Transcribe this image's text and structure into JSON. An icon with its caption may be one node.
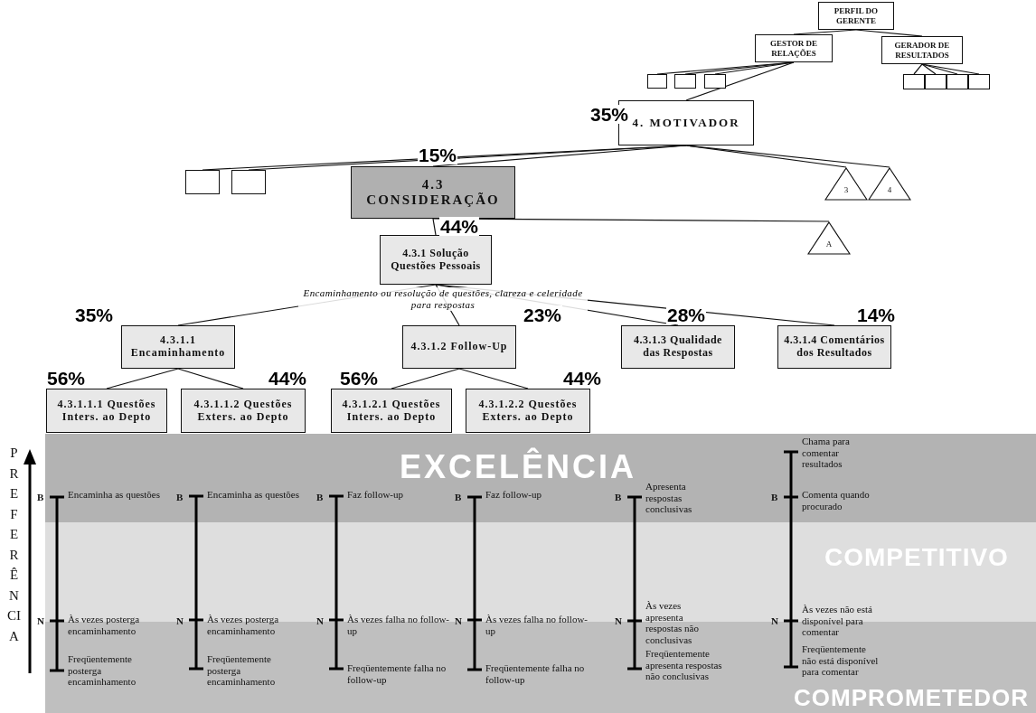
{
  "diagram": {
    "nodes": [
      {
        "text": [
          "PERFIL DO GERENTE"
        ]
      },
      {
        "text": [
          "GESTOR DE RELAÇÕES"
        ]
      },
      {
        "text": [
          "GERADOR DE RESULTADOS"
        ]
      },
      {
        "text": [],
        "shape": "box"
      },
      {
        "text": [],
        "shape": "box"
      },
      {
        "text": [],
        "shape": "box"
      },
      {
        "text": [],
        "shape": "box"
      },
      {
        "text": [],
        "shape": "box"
      },
      {
        "text": [],
        "shape": "box"
      },
      {
        "text": [],
        "shape": "box"
      },
      {
        "text": [
          "4. MOTIVADOR"
        ],
        "beside": [
          "35%"
        ]
      },
      {
        "text": [],
        "shape": "box"
      },
      {
        "text": [],
        "shape": "box"
      },
      {
        "text": [
          "4.3 CONSIDERAÇÃO"
        ],
        "beside": [
          "15%"
        ]
      },
      {
        "text": [
          "3"
        ]
      },
      {
        "text": [
          "4"
        ]
      },
      {
        "text": [
          "4.3.1 Solução Questões Pessoais"
        ],
        "beside": [
          "44%",
          "Encaminhamento ou resolução de questões, clareza e celeridade para respostas"
        ]
      },
      {
        "text": [
          "A"
        ]
      },
      {
        "text": [
          "4.3.1.1 Encaminhamento"
        ],
        "beside": [
          "35%"
        ]
      },
      {
        "text": [
          "4.3.1.2 Follow-Up"
        ],
        "beside": [
          "23%"
        ]
      },
      {
        "text": [
          "4.3.1.3 Qualidade das Respostas"
        ],
        "beside": [
          "28%"
        ]
      },
      {
        "text": [
          "4.3.1.4 Comentários dos Resultados"
        ],
        "beside": [
          "14%"
        ]
      },
      {
        "text": [
          "4.3.1.1.1 Questões Inters. ao Depto"
        ],
        "beside": [
          "56%"
        ]
      },
      {
        "text": [
          "4.3.1.1.2 Questões Exters. ao Depto"
        ],
        "beside": [
          "44%"
        ]
      },
      {
        "text": [
          "4.3.1.2.1 Questões Inters. ao Depto"
        ],
        "beside": [
          "56%"
        ]
      },
      {
        "text": [
          "4.3.1.2.2 Questões Exters. ao Depto"
        ],
        "beside": [
          "44%"
        ]
      },
      {
        "text": [
          "EXCELÊNCIA"
        ]
      },
      {
        "text": [
          "COMPETITIVO"
        ]
      },
      {
        "text": [
          "COMPROMETEDOR"
        ]
      }
    ],
    "edges": [
      {
        "from": 0,
        "to": 1,
        "arrow": "none"
      },
      {
        "from": 0,
        "to": 2,
        "arrow": "none"
      },
      {
        "from": 1,
        "to": 3,
        "arrow": "none"
      },
      {
        "from": 1,
        "to": 4,
        "arrow": "none"
      },
      {
        "from": 1,
        "to": 5,
        "arrow": "none"
      },
      {
        "from": 1,
        "to": 10,
        "arrow": "none"
      },
      {
        "from": 2,
        "to": 6,
        "arrow": "none"
      },
      {
        "from": 2,
        "to": 7,
        "arrow": "none"
      },
      {
        "from": 2,
        "to": 8,
        "arrow": "none"
      },
      {
        "from": 2,
        "to": 9,
        "arrow": "none"
      },
      {
        "from": 10,
        "to": 11,
        "arrow": "none"
      },
      {
        "from": 10,
        "to": 12,
        "arrow": "none"
      },
      {
        "from": 10,
        "to": 13,
        "arrow": "none"
      },
      {
        "from": 10,
        "to": 14,
        "arrow": "none"
      },
      {
        "from": 10,
        "to": 15,
        "arrow": "none"
      },
      {
        "from": 13,
        "to": 16,
        "arrow": "none"
      },
      {
        "from": 13,
        "to": 17,
        "arrow": "none"
      },
      {
        "from": 16,
        "to": 18,
        "arrow": "none"
      },
      {
        "from": 16,
        "to": 19,
        "arrow": "none"
      },
      {
        "from": 16,
        "to": 20,
        "arrow": "none"
      },
      {
        "from": 16,
        "to": 21,
        "arrow": "none"
      },
      {
        "from": 18,
        "to": 22,
        "arrow": "none"
      },
      {
        "from": 18,
        "to": 23,
        "arrow": "none"
      },
      {
        "from": 19,
        "to": 24,
        "arrow": "none"
      },
      {
        "from": 19,
        "to": 25,
        "arrow": "none"
      }
    ],
    "labels": [
      "PREFERÊNCIA",
      "B",
      "Encaminha as questões",
      "N",
      "Às vezes posterga encaminhamento",
      "Freqüentemente posterga encaminhamento",
      "B",
      "Encaminha as questões",
      "N",
      "Às vezes posterga encaminhamento",
      "Freqüentemente posterga encaminhamento",
      "B",
      "Faz follow-up",
      "N",
      "Às vezes falha no follow-up",
      "Freqüentemente falha no follow-up",
      "B",
      "Faz follow-up",
      "N",
      "Às vezes falha no follow-up",
      "Freqüentemente falha no follow-up",
      "B",
      "Apresenta respostas conclusivas",
      "N",
      "Às vezes apresenta respostas não conclusivas",
      "Freqüentemente apresenta respostas não conclusivas",
      "Chama para comentar resultados",
      "B",
      "Comenta quando procurado",
      "N",
      "Às vezes não está disponível para comentar",
      "Freqüentemente não está disponível para comentar"
    ]
  }
}
